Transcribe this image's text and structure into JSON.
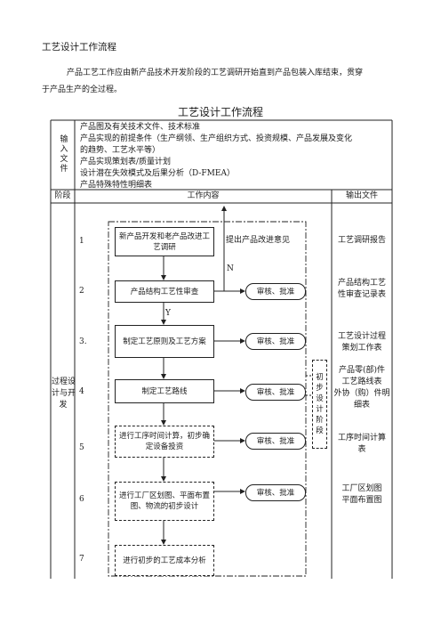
{
  "header": {
    "section_title": "工艺设计工作流程",
    "intro_line1": "产品工艺工作应由新产品技术开发阶段的工艺调研开始直到产品包装入库结束，贯穿",
    "intro_line2": "于产品生产的全过程。"
  },
  "table": {
    "title": "工艺设计工作流程",
    "input_label": [
      "输",
      "入",
      "文",
      "件"
    ],
    "input_lines": [
      "产品图及有关技术文件、技术标准",
      "产品实现的前提条件（生产纲领、生产组织方式、投资规模、产品发展及变化",
      "的趋势、工艺水平等）",
      "产品实现策划表/质量计划",
      "设计潜在失效模式及后果分析（D-FMEA）",
      "产品特殊特性明细表"
    ],
    "col_stage": "阶段",
    "col_content": "工作内容",
    "col_output": "输出文件",
    "process_label": [
      "过程设",
      "计与开",
      "发"
    ],
    "step_numbers": [
      "1",
      "2",
      "3.",
      "4",
      "5",
      "6",
      "7"
    ],
    "steps": [
      "新产品开发和老产品改进工艺调研",
      "产品结构工艺性审查",
      "制定工艺原则及工艺方案",
      "制定工艺路线",
      "进行工序时间计算，初步确定设备投资",
      "进行工厂区划图、平面布置图、物流的初步设计",
      "进行初步的工艺成本分析"
    ],
    "review_label": "审核、批准",
    "feedback_label": "提出产品改进意见",
    "n_label": "N",
    "y_label": "Y",
    "prelim_stage": [
      "初",
      "步",
      "设",
      "计",
      "阶",
      "段"
    ],
    "outputs": [
      [
        "工艺调研报告"
      ],
      [
        "产品结构工艺",
        "性审查记录表"
      ],
      [
        "工艺设计过程",
        "策划工作表"
      ],
      [
        "产品零(部)件",
        "工艺路线表",
        "外协（购）件明",
        "细表"
      ],
      [
        "工序时间计算",
        "表"
      ],
      [
        "工厂区划图",
        "平面布置图"
      ]
    ]
  }
}
